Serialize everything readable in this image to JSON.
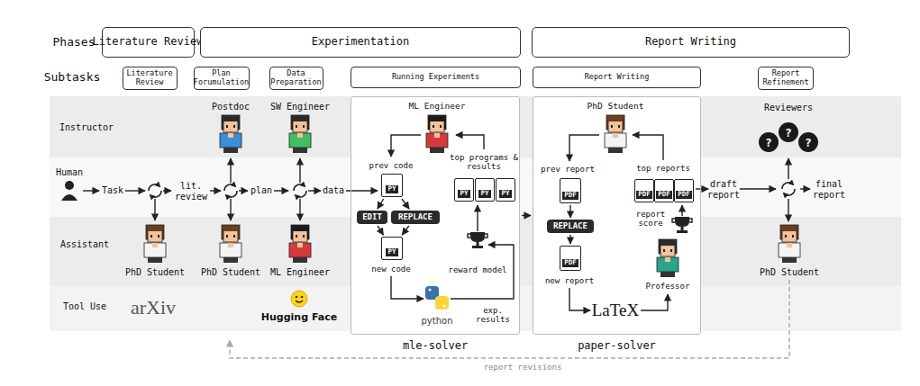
{
  "diagram": {
    "nodes": [
      {
        "text": [
          "Literature Review"
        ]
      },
      {
        "text": [
          "Experimentation"
        ]
      },
      {
        "text": [
          "Report Writing"
        ]
      },
      {
        "text": [
          "Literature Review"
        ]
      },
      {
        "text": [
          "Plan Forumulation"
        ]
      },
      {
        "text": [
          "Data Preparation"
        ]
      },
      {
        "text": [
          "Running Experiments"
        ]
      },
      {
        "text": [
          "Report Writing"
        ]
      },
      {
        "text": [
          "Report Refinement"
        ]
      },
      {
        "text": [
          "mle-solver"
        ]
      },
      {
        "text": [
          "PY"
        ],
        "in": 9
      },
      {
        "text": [
          "EDIT"
        ],
        "in": 9
      },
      {
        "text": [
          "REPLACE"
        ],
        "in": 9
      },
      {
        "text": [
          "PY"
        ],
        "in": 9
      },
      {
        "text": [
          "PY"
        ],
        "in": 9
      },
      {
        "text": [
          "PY"
        ],
        "in": 9
      },
      {
        "text": [
          "PY"
        ],
        "in": 9
      },
      {
        "text": [
          "paper-solver"
        ]
      },
      {
        "text": [
          "PDF"
        ],
        "in": 17
      },
      {
        "text": [
          "REPLACE"
        ],
        "in": 17
      },
      {
        "text": [
          "PDF"
        ],
        "in": 17
      },
      {
        "text": [
          "PDF"
        ],
        "in": 17
      },
      {
        "text": [
          "PDF"
        ],
        "in": 17
      },
      {
        "text": [
          "PDF"
        ],
        "in": 17
      }
    ],
    "edges": [
      {
        "from": 10,
        "to": 11,
        "arrow": "to"
      },
      {
        "from": 10,
        "to": 12,
        "arrow": "to"
      },
      {
        "from": 11,
        "to": 13,
        "arrow": "to"
      },
      {
        "from": 12,
        "to": 13,
        "arrow": "to"
      },
      {
        "from": 9,
        "to": 17,
        "arrow": "to"
      },
      {
        "from": 18,
        "to": 19,
        "arrow": "to"
      },
      {
        "from": 19,
        "to": 20,
        "arrow": "to"
      }
    ],
    "labels": [
      "Phases",
      "Subtasks",
      "Instructor",
      "Human",
      "Assistant",
      "Tool Use",
      "Postdoc",
      "SW Engineer",
      "Reviewers",
      "?",
      "?",
      "?",
      "Task",
      "lit. review",
      "plan",
      "data",
      "PhD Student",
      "PhD Student",
      "ML Engineer",
      "arXiv",
      "Hugging Face",
      "ML Engineer",
      "prev code",
      "top programs & results",
      "new code",
      "reward model",
      "exp. results",
      "python",
      "PhD Student",
      "prev report",
      "top reports",
      "report score",
      "new report",
      "Professor",
      "LaTeX",
      "draft report",
      "final report",
      "PhD Student",
      "report revisions"
    ]
  }
}
